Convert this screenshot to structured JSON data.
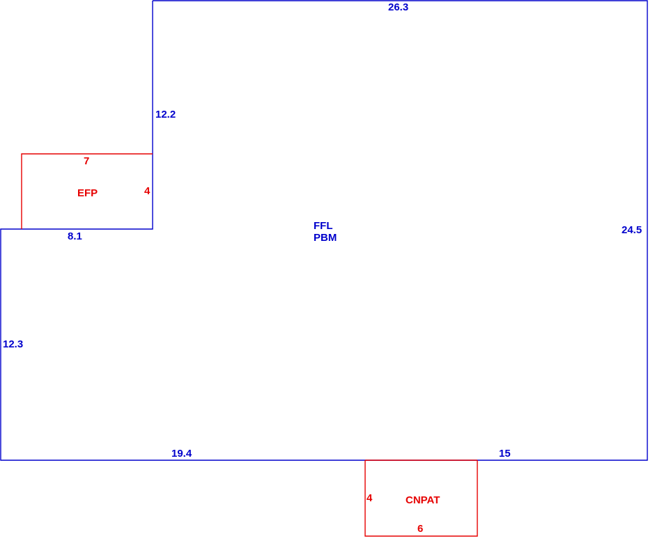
{
  "main_area": {
    "codes": [
      "FFL",
      "PBM"
    ],
    "dimensions": {
      "top": "26.3",
      "upper_left_wall": "12.2",
      "right": "24.5",
      "step": "8.1",
      "lower_left_wall": "12.3",
      "bottom_left": "19.4",
      "bottom_right": "15"
    },
    "color": "#0000cc"
  },
  "addons": {
    "efp": {
      "code": "EFP",
      "width": "7",
      "depth": "4",
      "color": "#e60000"
    },
    "cnpat": {
      "code": "CNPAT",
      "width": "6",
      "depth": "4",
      "color": "#e60000"
    }
  }
}
